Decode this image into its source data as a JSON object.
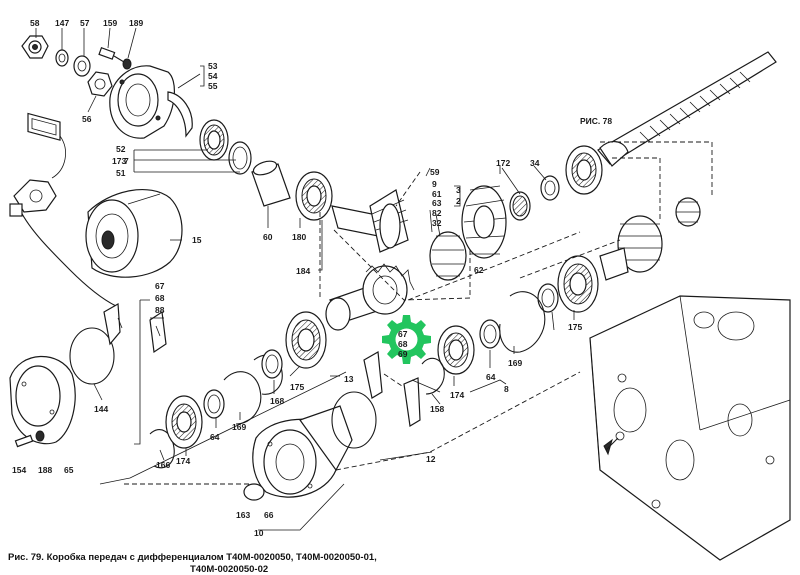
{
  "figure": {
    "caption_line1": "Рис. 79. Коробка передач с дифференциалом Т40М-0020050, Т40М-0020050-01,",
    "caption_line2": "Т40М-0020050-02",
    "ref_label": "РИС. 78"
  },
  "highlight": {
    "color": "#22c55e",
    "icon": "gear-icon"
  },
  "callouts": {
    "n58": "58",
    "n147": "147",
    "n57": "57",
    "n159": "159",
    "n189": "189",
    "n56": "56",
    "n53": "53",
    "n54": "54",
    "n55": "55",
    "n7": "7",
    "n52": "52",
    "n173": "173",
    "n51": "51",
    "n15": "15",
    "n60": "60",
    "n180": "180",
    "n184": "184",
    "n59": "59",
    "n9": "9",
    "n3": "3",
    "n61": "61",
    "n2": "2",
    "n63": "63",
    "n82": "82",
    "n32": "32",
    "n62": "62",
    "n172": "172",
    "n34": "34",
    "n67a": "67",
    "n68a": "68",
    "n88a": "88",
    "n144": "144",
    "n13": "13",
    "n175a": "175",
    "n168": "168",
    "n169a": "169",
    "n64a": "64",
    "n174a": "174",
    "n166": "166",
    "n154": "154",
    "n188": "188",
    "n65": "65",
    "n67b": "67",
    "n68b": "68",
    "n69b": "69",
    "n158": "158",
    "n174b": "174",
    "n64b": "64",
    "n169b": "169",
    "n8": "8",
    "n175b": "175",
    "n12": "12",
    "n10": "10",
    "n163": "163",
    "n66": "66"
  }
}
